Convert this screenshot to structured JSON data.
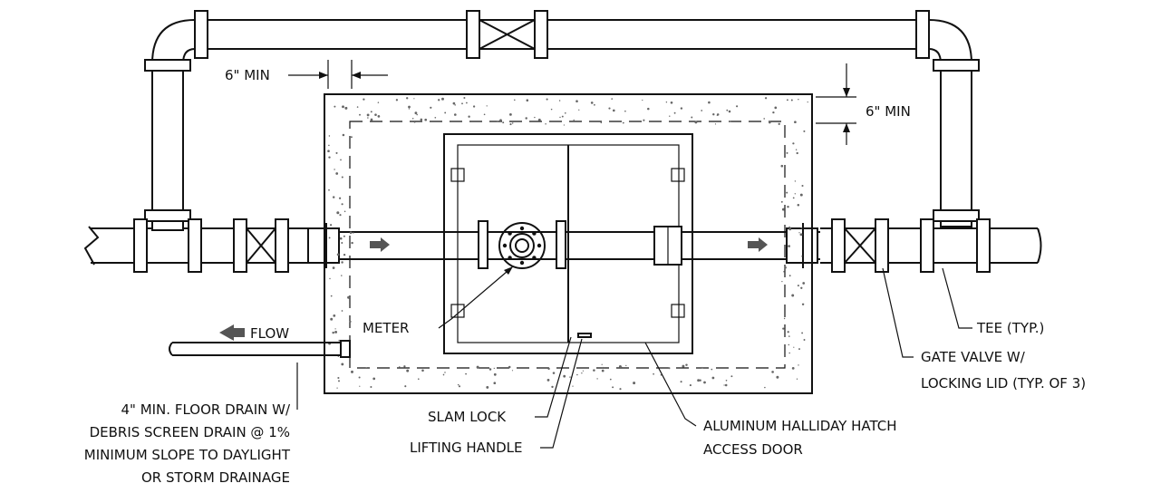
{
  "labels": {
    "min_horizontal": "6\" MIN",
    "min_vertical": "6\" MIN",
    "flow": "FLOW",
    "meter": "METER",
    "tee": "TEE (TYP.)",
    "gate_valve_1": "GATE VALVE W/",
    "gate_valve_2": "LOCKING LID (TYP. OF 3)",
    "floor_drain_1": "4\" MIN. FLOOR DRAIN W/",
    "floor_drain_2": "DEBRIS SCREEN DRAIN @ 1%",
    "floor_drain_3": "MINIMUM SLOPE TO DAYLIGHT",
    "floor_drain_4": "OR STORM DRAINAGE",
    "slam_lock": "SLAM LOCK",
    "lifting_handle": "LIFTING HANDLE",
    "hatch_1": "ALUMINUM HALLIDAY HATCH",
    "hatch_2": "ACCESS DOOR"
  },
  "colors": {
    "line": "#111111",
    "background": "#ffffff",
    "concrete_speckle": "#666666",
    "flow_arrow": "#555555"
  }
}
